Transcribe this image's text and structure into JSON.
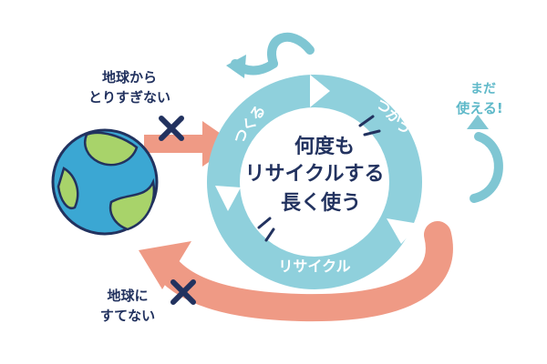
{
  "center": {
    "line1": "何度も",
    "line2": "リサイクルする",
    "line3": "長く使う"
  },
  "cycle": {
    "make": "つくる",
    "connect": "つかう",
    "recycle": "リサイクル"
  },
  "notes": {
    "take_line1": "地球から",
    "take_line2": "とりすぎない",
    "discard_line1": "地球に",
    "discard_line2": "すてない",
    "reuse_line1": "まだ",
    "reuse_line2": "使える!"
  },
  "colors": {
    "ring": "#8fd0dc",
    "ring_arrow": "#7fc6d3",
    "salmon": "#ef9a85",
    "navy": "#22325f",
    "earth_ocean": "#3ba7d3",
    "earth_land": "#a8d36a",
    "teal_text": "#5fb9c9"
  },
  "icons": [
    "x-mark-icon",
    "x-mark-icon",
    "earth-icon",
    "curved-arrow-icon"
  ]
}
